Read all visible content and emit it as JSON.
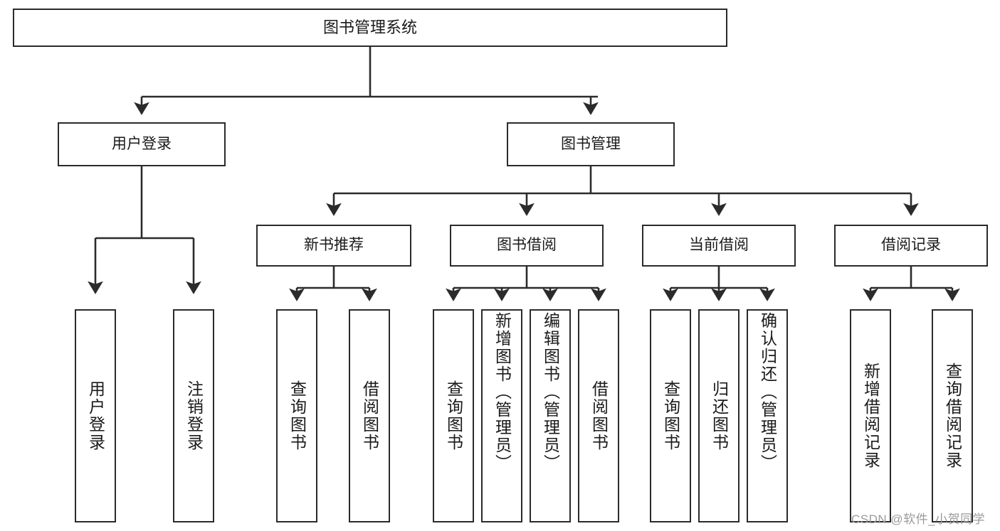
{
  "diagram": {
    "title": "图书管理系统",
    "type": "tree-hierarchy-chart",
    "colors": {
      "box_border": "#2b2b2b",
      "box_fill": "#ffffff",
      "edge": "#2b2b2b",
      "text": "#1a1a1a",
      "watermark": "#9a9a9a",
      "background": "#ffffff"
    },
    "root": {
      "label": "图书管理系统"
    },
    "level2": [
      {
        "label": "用户登录"
      },
      {
        "label": "图书管理"
      }
    ],
    "level3": [
      {
        "label": "新书推荐"
      },
      {
        "label": "图书借阅"
      },
      {
        "label": "当前借阅"
      },
      {
        "label": "借阅记录"
      }
    ],
    "leaves": {
      "user_login": [
        {
          "label": "用户登录"
        },
        {
          "label": "注销登录"
        }
      ],
      "new_book_recommend": [
        {
          "label": "查询图书"
        },
        {
          "label": "借阅图书"
        }
      ],
      "book_borrow": [
        {
          "label": "查询图书"
        },
        {
          "label": "新增图书（管理员）"
        },
        {
          "label": "编辑图书（管理员）"
        },
        {
          "label": "借阅图书"
        }
      ],
      "current_borrow": [
        {
          "label": "查询图书"
        },
        {
          "label": "归还图书"
        },
        {
          "label": "确认归还（管理员）"
        }
      ],
      "borrow_record": [
        {
          "label": "新增借阅记录"
        },
        {
          "label": "查询借阅记录"
        }
      ]
    }
  },
  "watermark": {
    "text": "CSDN @软件_小贺同学"
  }
}
